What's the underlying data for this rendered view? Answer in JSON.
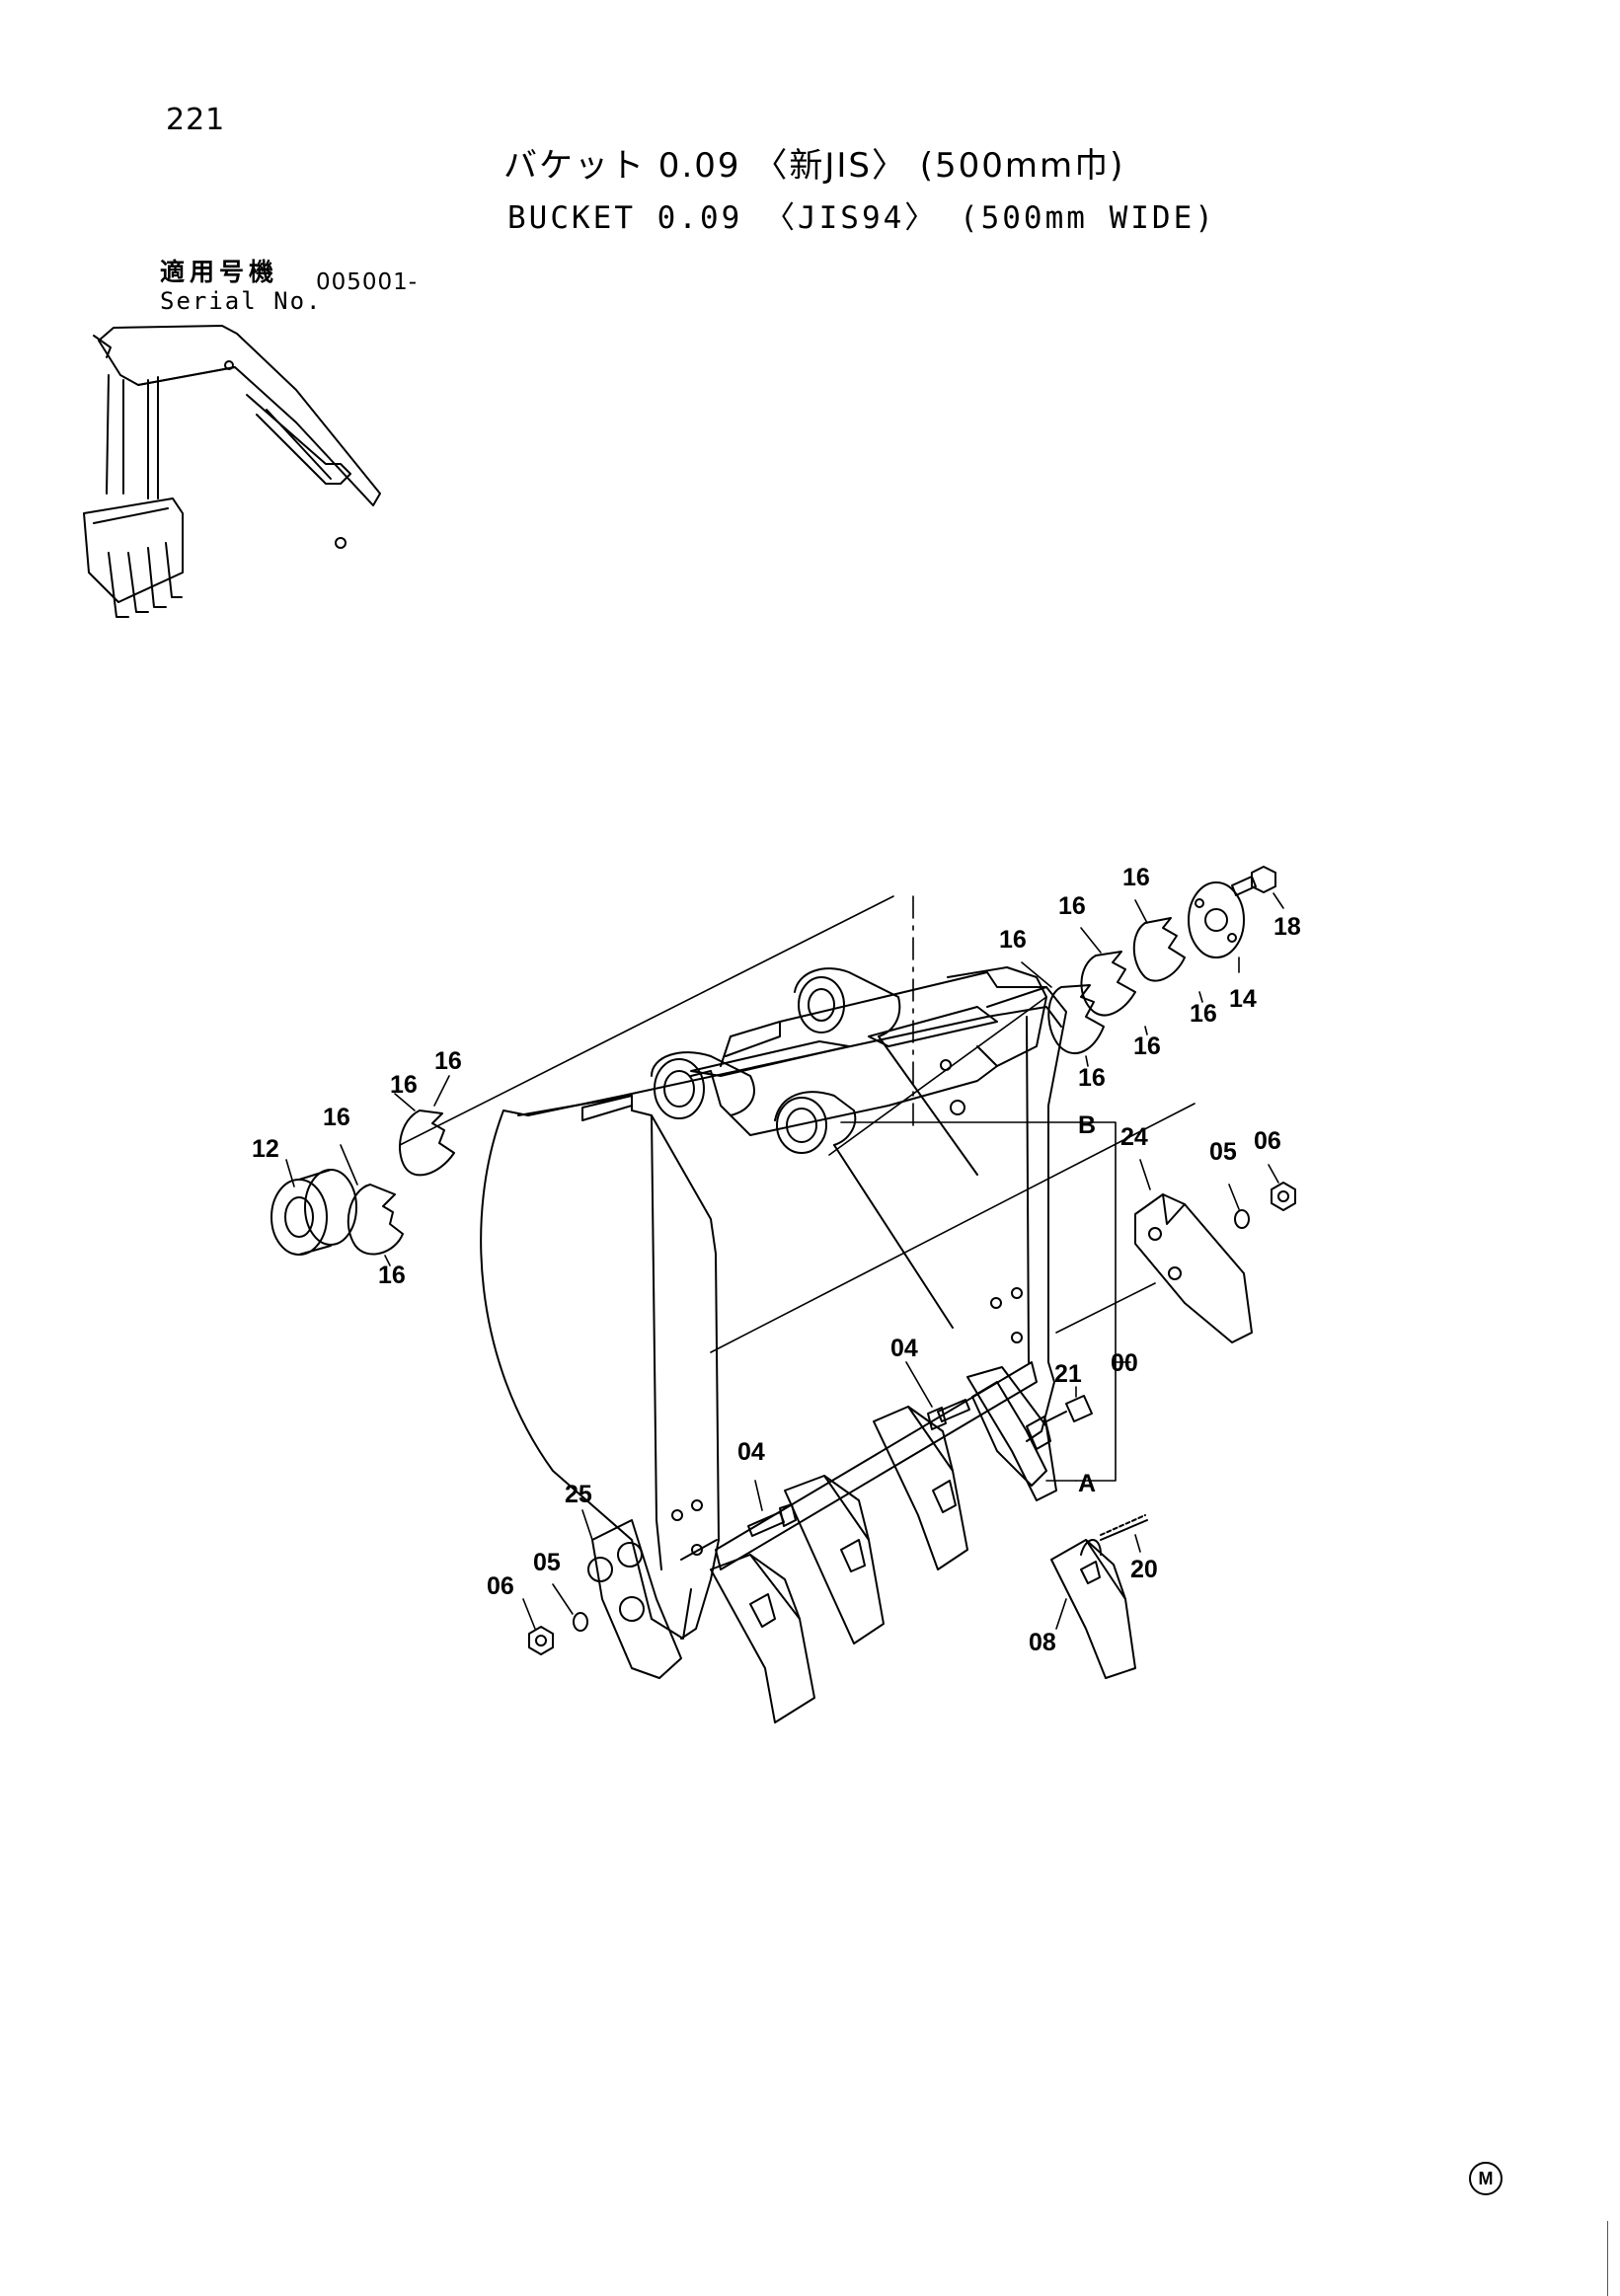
{
  "page_number": "221",
  "title_jp": "バケット 0.09 〈新JIS〉 (500mm巾)",
  "title_en": "BUCKET 0.09 〈JIS94〉 (500mm WIDE)",
  "serial": {
    "label_jp": "適用号機",
    "label_en": "Serial No.",
    "value": "005001-"
  },
  "mark": "M",
  "callouts": {
    "p00": "00",
    "p04a": "04",
    "p04b": "04",
    "p05a": "05",
    "p05b": "05",
    "p06a": "06",
    "p06b": "06",
    "p08": "08",
    "p12": "12",
    "p14": "14",
    "p16_1": "16",
    "p16_2": "16",
    "p16_3": "16",
    "p16_4": "16",
    "p16_5": "16",
    "p16_6": "16",
    "p16_7": "16",
    "p16_8": "16",
    "p16_9": "16",
    "p16_10": "16",
    "p18": "18",
    "p20": "20",
    "p21": "21",
    "p24": "24",
    "p25": "25",
    "pA": "A",
    "pB": "B"
  }
}
